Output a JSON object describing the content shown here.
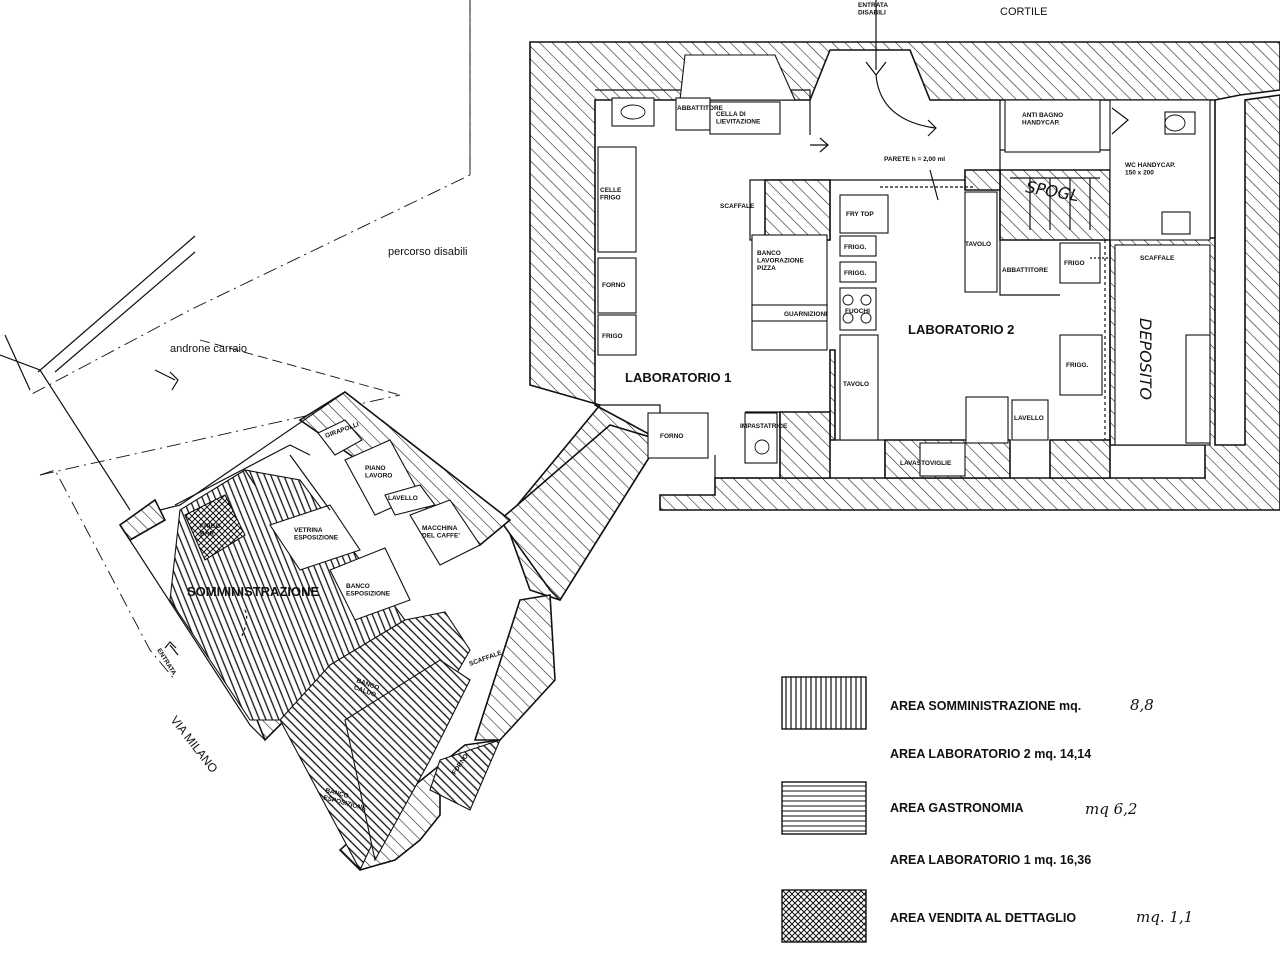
{
  "labels": {
    "entrata_disabili": "ENTRATA\nDISABILI",
    "cortile": "CORTILE",
    "percorso_disabili": "percorso disabili",
    "androne_carraio": "androne carraio",
    "via_milano": "VIA MILANO",
    "entrata": "ENTRATA",
    "laboratorio1": "LABORATORIO 1",
    "laboratorio2": "LABORATORIO 2",
    "somministrazione": "SOMMINISTRAZIONE",
    "deposito": "DEPOSITO",
    "spogl": "SPOGL",
    "celle_frigo": "CELLE\nFRIGO",
    "forno": "FORNO",
    "frigo": "FRIGO",
    "abbattitore_top": "ABBATTITORE",
    "cella_lievitazione": "CELLA DI\nLIEVITAZIONE",
    "scaffale": "SCAFFALE",
    "banco_pizza": "BANCO\nLAVORAZIONE\nPIZZA",
    "farciture": "GUARNIZIONI",
    "fry_top": "FRY TOP",
    "frigg": "FRIGG.",
    "fuochi": "FUOCHI",
    "tavolo": "TAVOLO",
    "parete": "PARETE h = 2,00 ml",
    "anti_bagno": "ANTI BAGNO\nHANDYCAP.",
    "wc": "WC HANDYCAP.\n150 x 200",
    "abbattitore": "ABBATTITORE",
    "impastatrice": "IMPASTATRICE",
    "lavello": "LAVELLO",
    "lavastoviglie": "LAVASTOVIGLIE",
    "girapolli": "GIRAPOLLI",
    "piano_lavoro": "PIANO\nLAVORO",
    "lavello2": "LAVELLO",
    "macchina_caffe": "MACCHINA\nDEL CAFFE'",
    "vetrina": "VETRINA\nESPOSIZIONE",
    "banco_esposizione": "BANCO\nESPOSIZIONE",
    "banco_caldo": "BANCO\nCALDO",
    "banco_esposizione2": "BANCO\nESPOSIZIONE",
    "scaffale2": "SCAFFALE",
    "forno2": "FORNO",
    "frigo_bar": "FRIGO\nBAR"
  },
  "legend": [
    {
      "pattern": "vertical",
      "text": "AREA SOMMINISTRAZIONE mq.",
      "value": "8,8"
    },
    {
      "pattern": "none",
      "text": "AREA LABORATORIO 2 mq. 14,14",
      "value": ""
    },
    {
      "pattern": "horizontal",
      "text": "AREA GASTRONOMIA",
      "value": "mq 6,2"
    },
    {
      "pattern": "none",
      "text": "AREA LABORATORIO 1 mq. 16,36",
      "value": ""
    },
    {
      "pattern": "cross",
      "text": "AREA VENDITA AL DETTAGLIO",
      "value": "mq. 1,1"
    }
  ]
}
